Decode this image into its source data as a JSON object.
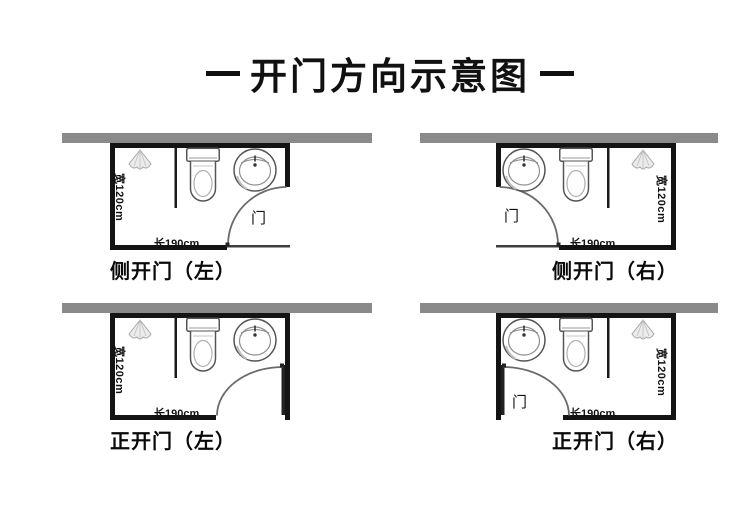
{
  "title": {
    "text": "开门方向示意图"
  },
  "colors": {
    "wall_bar": "#8a8a8a",
    "room_wall": "#141414",
    "door_arc": "#6b6b6b",
    "text": "#111111"
  },
  "icons": {
    "shower": "shower-spray-icon",
    "toilet": "toilet-icon",
    "sink": "round-sink-icon"
  },
  "diagrams": [
    {
      "caption": "侧开门（左）",
      "door_label": "门",
      "width_label": "宽120cm",
      "length_label": "长190cm"
    },
    {
      "caption": "侧开门（右）",
      "door_label": "门",
      "width_label": "宽120cm",
      "length_label": "长190cm"
    },
    {
      "caption": "正开门（左）",
      "width_label": "宽120cm",
      "length_label": "长190cm"
    },
    {
      "caption": "正开门（右）",
      "door_label": "门",
      "width_label": "宽120cm",
      "length_label": "长190cm"
    }
  ]
}
